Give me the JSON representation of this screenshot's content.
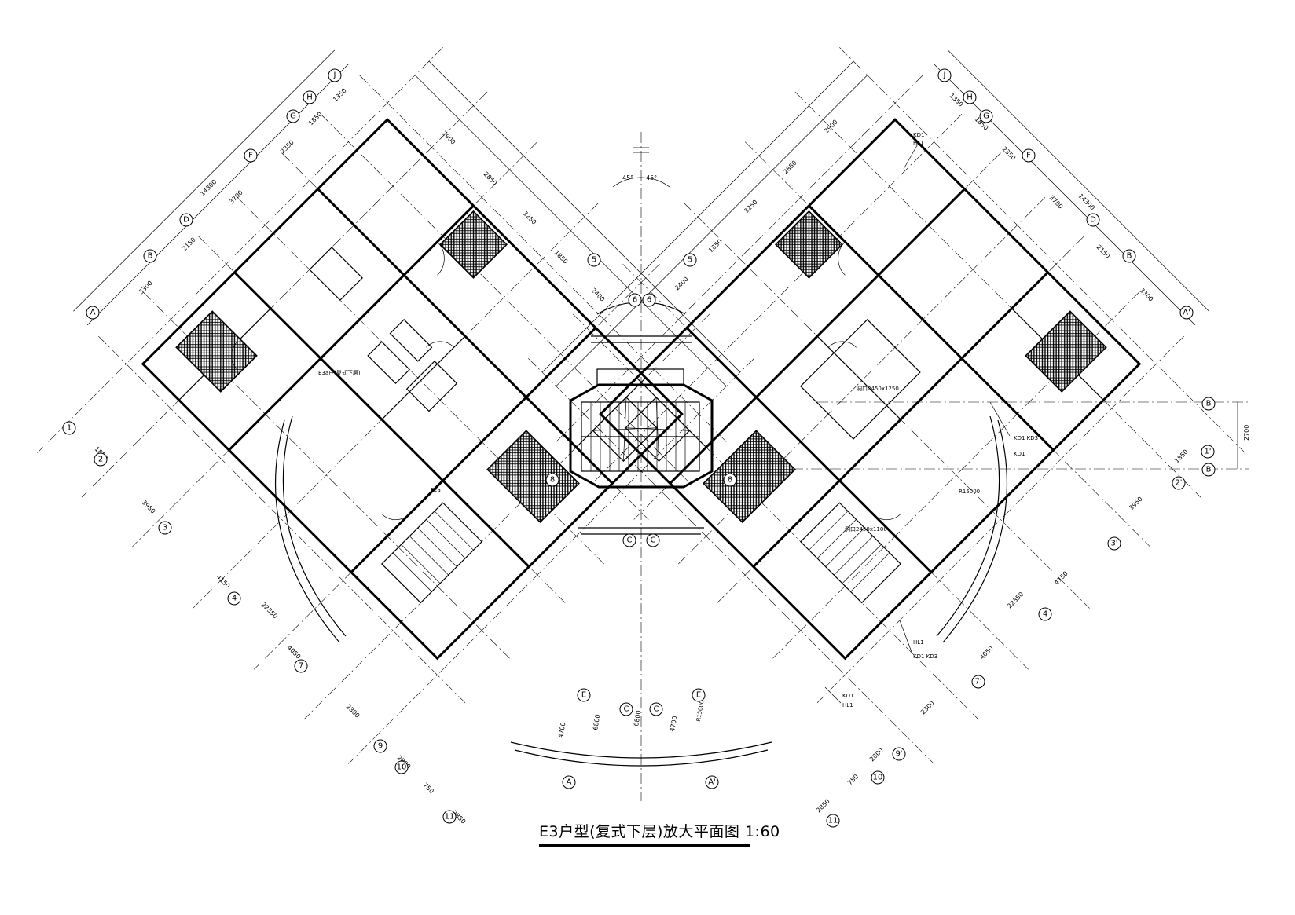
{
  "drawing": {
    "title": "E3户型(复式下层)放大平面图 1:60"
  },
  "axis_bubbles_left": [
    "J",
    "H",
    "G",
    "F",
    "D",
    "B",
    "A",
    "1",
    "2",
    "3",
    "4",
    "7",
    "9",
    "10",
    "11",
    "A",
    "C",
    "E"
  ],
  "axis_bubbles_right": [
    "J",
    "H",
    "G",
    "F",
    "D",
    "B",
    "A'",
    "1'",
    "2'",
    "3'",
    "4",
    "7'",
    "9'",
    "10",
    "11",
    "A'",
    "C",
    "E"
  ],
  "axis_bubbles_center": [
    "5",
    "6",
    "6",
    "5",
    "8",
    "8",
    "C",
    "C",
    "B",
    "B"
  ],
  "dimensions_left_top": [
    "1350",
    "1850",
    "2350",
    "3700",
    "2150",
    "3300",
    "14300"
  ],
  "dimensions_left_bottom": [
    "1850",
    "3950",
    "4150",
    "4050",
    "2300",
    "2800",
    "750",
    "2850",
    "22350"
  ],
  "dimensions_right_top": [
    "1350",
    "1850",
    "2350",
    "3700",
    "2150",
    "3300",
    "14300"
  ],
  "dimensions_right_bottom": [
    "1850",
    "3950",
    "4150",
    "4050",
    "2300",
    "2800",
    "750",
    "2850",
    "22350"
  ],
  "dimensions_center": [
    "2900",
    "2850",
    "3250",
    "1850",
    "2400",
    "2400",
    "1850",
    "3250",
    "2850",
    "2900",
    "4700",
    "6800",
    "6800",
    "4700"
  ],
  "dimension_right_side": "2700",
  "room_labels": {
    "left_unit": "E3a户(复式下层)",
    "f2": "F2a",
    "radius_left": "R15000",
    "radius_right": "R15000",
    "shaft_upper": "洞口2450x1250",
    "shaft_lower": "洞口2450x1100",
    "angle_a": "45°",
    "angle_b": "45°",
    "kd": [
      "KD1",
      "HL1",
      "KD1 KD3",
      "KD1",
      "HL1",
      "KD1 KD3",
      "KD1",
      "HL1"
    ]
  }
}
